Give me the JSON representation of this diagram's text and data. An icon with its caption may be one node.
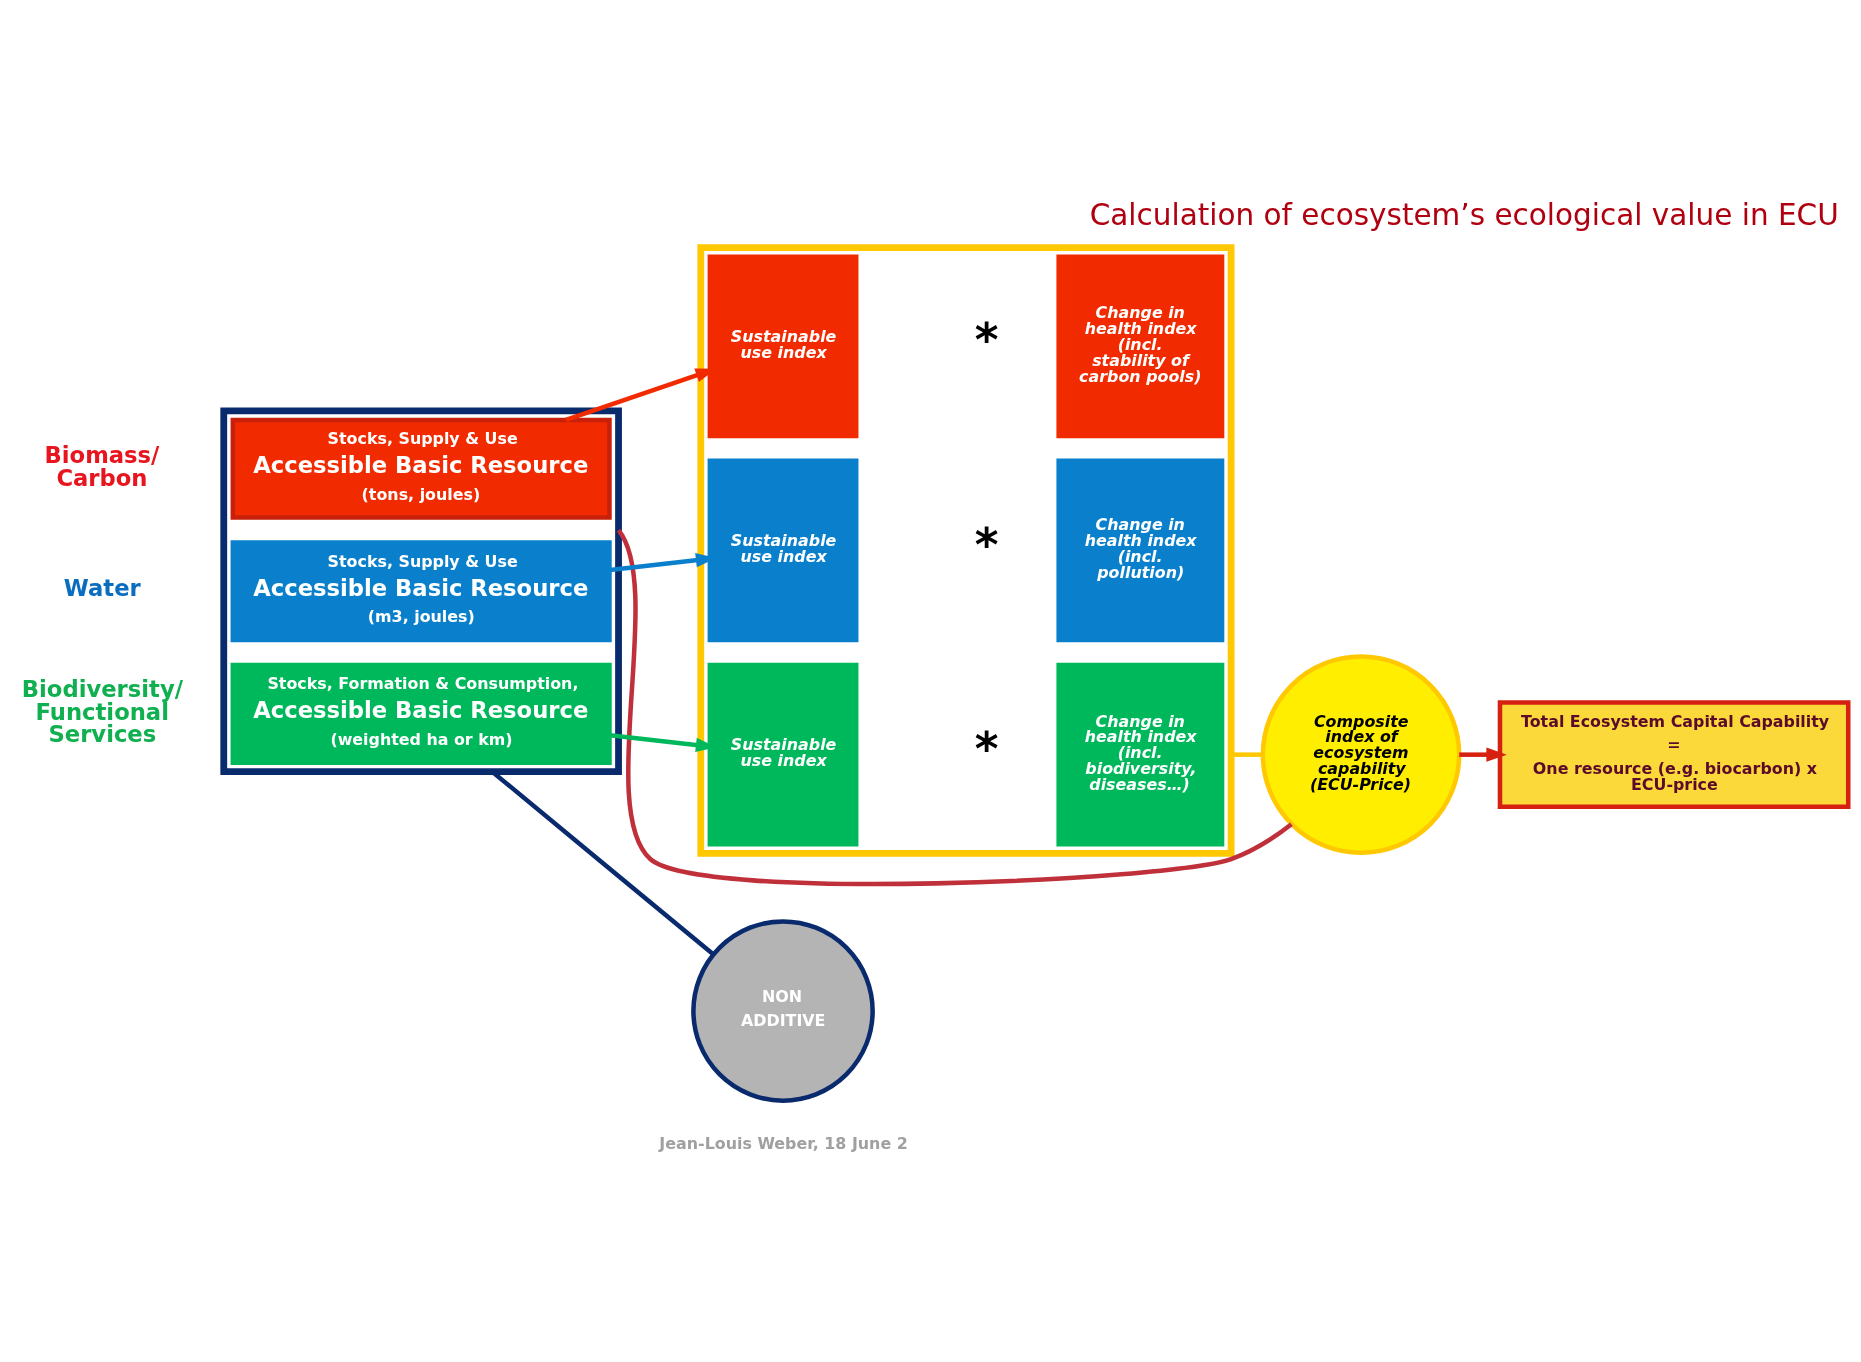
{
  "diagram": {
    "title": "Calculation of ecosystem’s ecological value in ECU",
    "nodes": [
      {
        "text": [],
        "shape": "box"
      },
      {
        "text": [
          "Stocks, Supply & Use",
          "Accessible Basic Resource",
          "(tons, joules)"
        ],
        "in": 0
      },
      {
        "text": [
          "Stocks, Supply & Use",
          "Accessible Basic Resource",
          "(m3, joules)"
        ],
        "in": 0
      },
      {
        "text": [
          "Stocks, Formation & Consumption,",
          "Accessible Basic Resource",
          "(weighted ha or km)"
        ],
        "in": 0
      },
      {
        "text": [
          "NON",
          "ADDITIVE"
        ]
      },
      {
        "text": [],
        "shape": "box"
      },
      {
        "text": [
          "Sustainable use index"
        ],
        "in": 5
      },
      {
        "text": [
          "Change in health index (incl. stability of carbon pools)"
        ],
        "in": 5
      },
      {
        "text": [
          "Sustainable use index"
        ],
        "in": 5
      },
      {
        "text": [
          "Change in health index (incl. pollution)"
        ],
        "in": 5
      },
      {
        "text": [
          "Sustainable use index"
        ],
        "in": 5
      },
      {
        "text": [
          "Change in health index (incl. biodiversity, diseases…)"
        ],
        "in": 5
      },
      {
        "text": [
          "Composite index of ecosystem capability (ECU-Price)"
        ]
      },
      {
        "text": [
          "Total Ecosystem Capital Capability",
          "=",
          "One resource (e.g. biocarbon) x ECU-price"
        ]
      }
    ],
    "edges": [
      {
        "from": 1,
        "to": 6,
        "arrow": "to",
        "color": "#f22a00"
      },
      {
        "from": 2,
        "to": 8,
        "arrow": "to",
        "color": "#0a80cc"
      },
      {
        "from": 3,
        "to": 10,
        "arrow": "to",
        "color": "#00b85c"
      },
      {
        "from": 0,
        "to": 4,
        "arrow": "none",
        "color": "#0a2a6e"
      },
      {
        "from": 5,
        "to": 12,
        "arrow": "none",
        "color": "#ffc800"
      },
      {
        "from": 0,
        "to": 12,
        "arrow": "none",
        "color": "#c0303a"
      },
      {
        "from": 12,
        "to": 13,
        "arrow": "to",
        "color": "#d62010"
      }
    ],
    "labels": [
      "Biomass/ Carbon",
      "*",
      "Water",
      "*",
      "Biodiversity/ Functional Services",
      "*",
      "Jean-Louis Weber, 18 June 2"
    ]
  }
}
